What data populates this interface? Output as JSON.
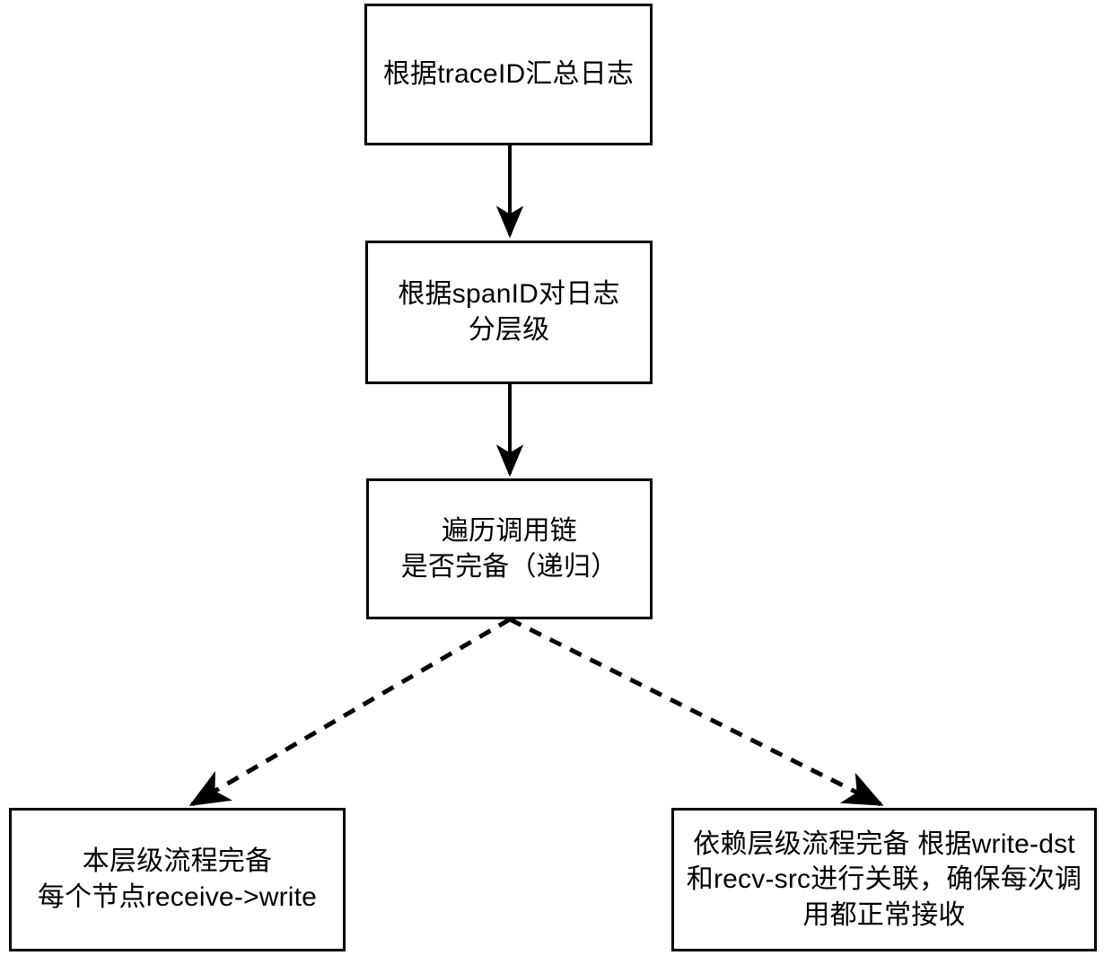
{
  "diagram": {
    "title": "traceID log aggregation flowchart",
    "background_color": "#ffffff",
    "stroke_color": "#000000",
    "nodes": [
      {
        "id": "trace",
        "label": "根据traceID汇总日志",
        "shape": "rectangle"
      },
      {
        "id": "span",
        "label": "根据spanID对日志分层级",
        "shape": "rectangle"
      },
      {
        "id": "traverse",
        "label": "遍历调用链\n是否完备（递归）",
        "shape": "rectangle"
      },
      {
        "id": "local",
        "label": "本层级流程完备\n每个节点receive->write",
        "shape": "rectangle"
      },
      {
        "id": "depend",
        "label": "依赖层级流程完备\n根据write-dst和recv-src进行关联，确保每次调用都正常接收",
        "shape": "rectangle"
      }
    ],
    "edges": [
      {
        "id": "trace-to-span",
        "from": "trace",
        "to": "span",
        "style": "solid",
        "arrow": "filled-triangle",
        "label": ""
      },
      {
        "id": "span-to-traverse",
        "from": "span",
        "to": "traverse",
        "style": "solid",
        "arrow": "filled-triangle",
        "label": ""
      },
      {
        "id": "traverse-to-local",
        "from": "traverse",
        "to": "local",
        "style": "dashed",
        "arrow": "filled-triangle",
        "label": ""
      },
      {
        "id": "traverse-to-depend",
        "from": "traverse",
        "to": "depend",
        "style": "dashed",
        "arrow": "filled-triangle",
        "label": ""
      }
    ]
  }
}
